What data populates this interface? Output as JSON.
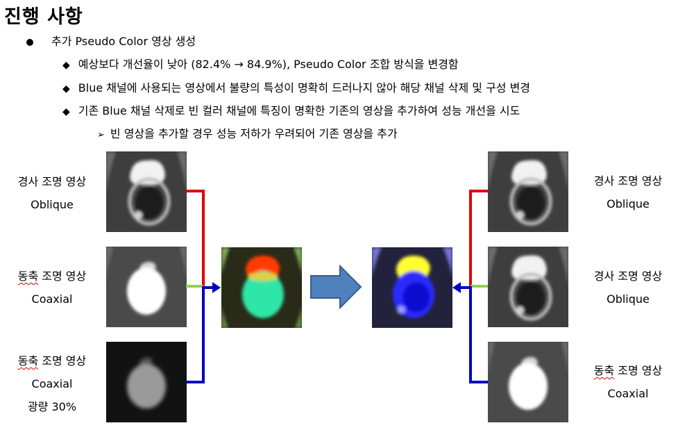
{
  "title": "진행 사항",
  "bullets": {
    "level1": "추가 Pseudo Color 영상 생성",
    "level2": [
      "예상보다 개선율이 낮아 (82.4% → 84.9%), Pseudo Color 조합 방식을 변경함",
      "Blue 채널에 사용되는 영상에서 불량의 특성이 명확히 드러나지 않아 해당 채널 삭제 및 구성 변경",
      "기존 Blue 채널 삭제로 빈 컬러 채널에 특징이 명확한 기존의 영상을 추가하여 성능 개선을 시도"
    ],
    "level3": "빈 영상을 추가할 경우 성능 저하가 우려되어 기존 영상을 추가"
  },
  "left": [
    {
      "line1_prefix": "",
      "line1_underlined": "",
      "line1_rest": "경사 조명 영상",
      "line2": "Oblique",
      "line3": ""
    },
    {
      "line1_prefix": "",
      "line1_underlined": "동축",
      "line1_rest": " 조명 영상",
      "line2": "Coaxial",
      "line3": ""
    },
    {
      "line1_prefix": "",
      "line1_underlined": "동축",
      "line1_rest": " 조명 영상",
      "line2": "Coaxial",
      "line3": "광량 30%"
    }
  ],
  "right": [
    {
      "line1_underlined": "",
      "line1_rest": "경사 조명 영상",
      "line2": "Oblique"
    },
    {
      "line1_underlined": "",
      "line1_rest": "경사 조명 영상",
      "line2": "Oblique"
    },
    {
      "line1_underlined": "동축",
      "line1_rest": " 조명 영상",
      "line2": "Coaxial"
    }
  ],
  "colors": {
    "red_channel": "#e00000",
    "green_channel": "#92d050",
    "blue_channel": "#0000c0",
    "arrow_fill": "#4f81bd",
    "arrow_stroke": "#385d8a"
  }
}
